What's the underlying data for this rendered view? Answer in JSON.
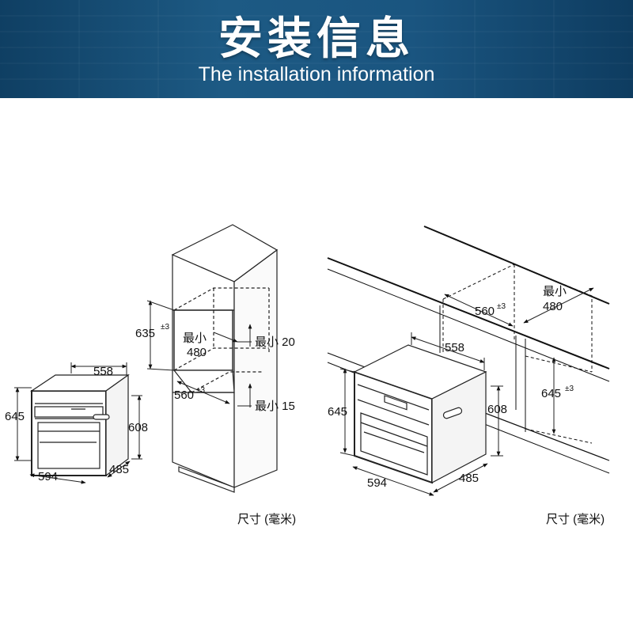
{
  "banner": {
    "title": "安装信息",
    "subtitle": "The installation information",
    "bg_color": "#1a5580"
  },
  "diagram": {
    "left_oven": {
      "width": "594",
      "height": "645",
      "front_height": "608",
      "top_width": "558",
      "depth": "485"
    },
    "tall_cabinet": {
      "niche_height": "635",
      "niche_height_tol": "±3",
      "min_label": "最小",
      "min_depth": "480",
      "niche_width": "560",
      "niche_width_tol": "±3",
      "gap_top": "最小 20",
      "gap_bottom": "最小 15"
    },
    "right_oven": {
      "width": "594",
      "height": "645",
      "front_height": "608",
      "top_width": "558",
      "depth": "485",
      "niche_width": "560",
      "niche_width_tol": "±3",
      "niche_height": "645",
      "niche_height_tol": "±3",
      "min_label": "最小",
      "min_depth": "480"
    },
    "unit_label_left": "尺寸 (毫米)",
    "unit_label_right": "尺寸 (毫米)"
  }
}
